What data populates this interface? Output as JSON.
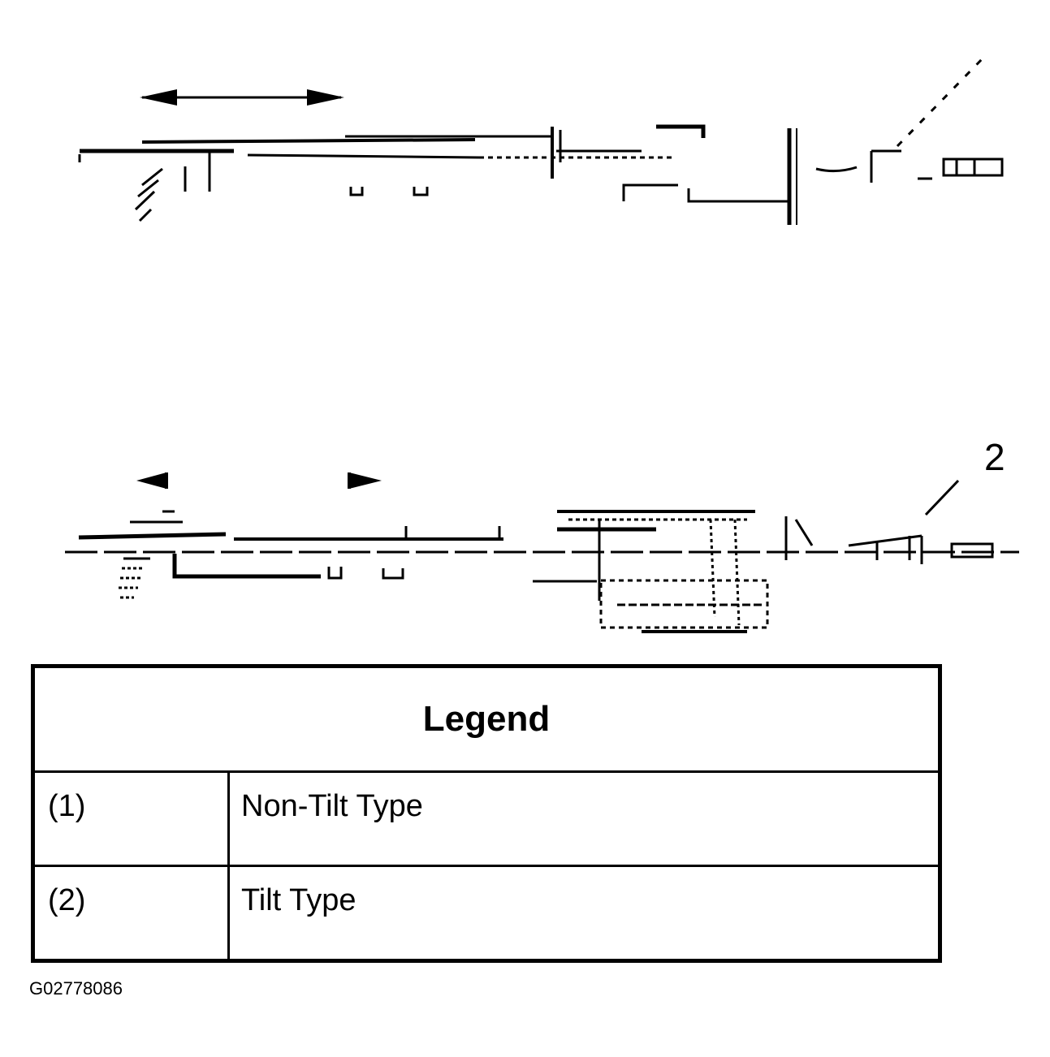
{
  "diagram": {
    "callouts": {
      "callout_2": "2"
    }
  },
  "legend": {
    "title": "Legend",
    "rows": [
      {
        "key": "(1)",
        "value": "Non-Tilt Type"
      },
      {
        "key": "(2)",
        "value": "Tilt Type"
      }
    ]
  },
  "figure_id": "G02778086"
}
